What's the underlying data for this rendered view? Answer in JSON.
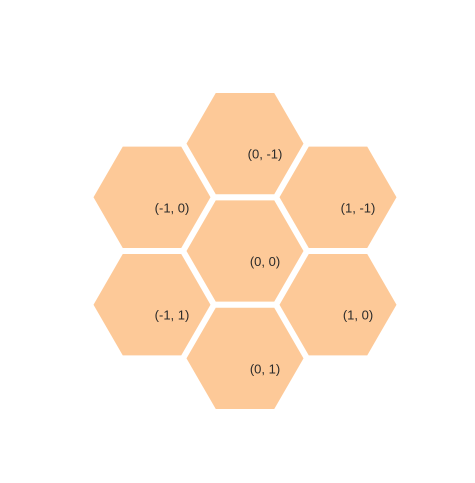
{
  "grid": {
    "fill_color": "#fdc998",
    "gap_color": "#ffffff",
    "label_color": "#2a2a2a",
    "cells": [
      {
        "q": 0,
        "r": -1,
        "label": "(0, -1)"
      },
      {
        "q": -1,
        "r": 0,
        "label": "(-1, 0)"
      },
      {
        "q": 1,
        "r": -1,
        "label": "(1, -1)"
      },
      {
        "q": 0,
        "r": 0,
        "label": "(0, 0)"
      },
      {
        "q": -1,
        "r": 1,
        "label": "(-1, 1)"
      },
      {
        "q": 1,
        "r": 0,
        "label": "(1, 0)"
      },
      {
        "q": 0,
        "r": 1,
        "label": "(0, 1)"
      }
    ]
  }
}
